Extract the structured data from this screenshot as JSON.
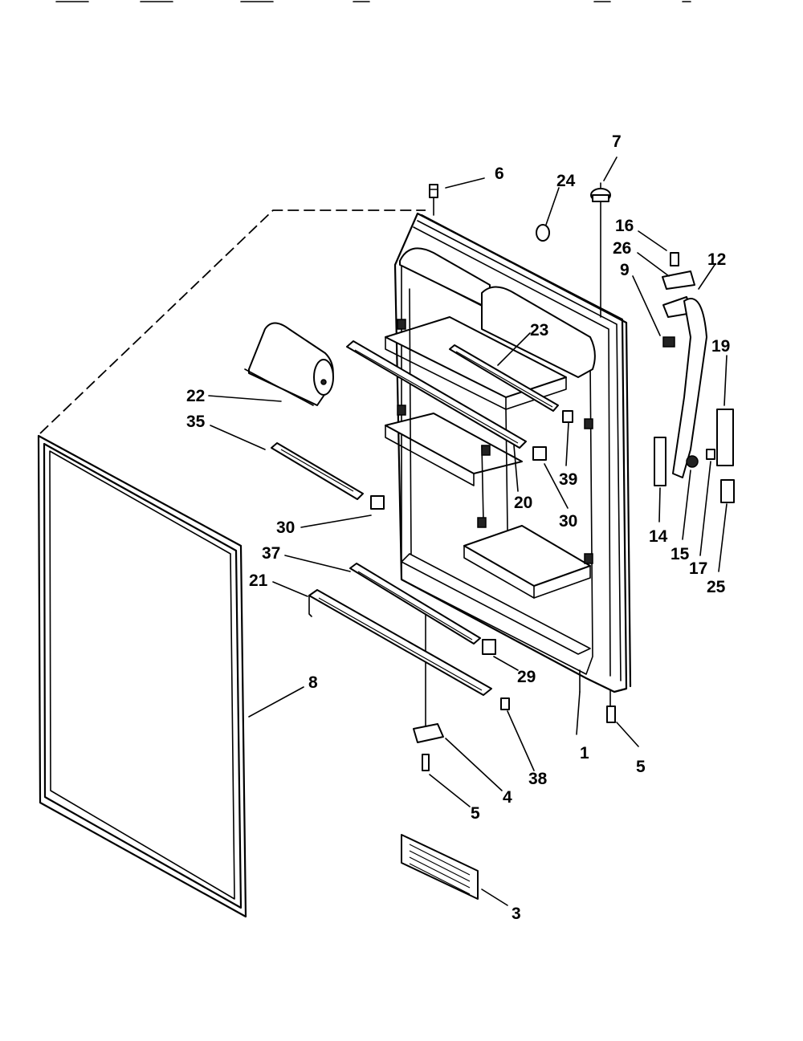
{
  "diagram": {
    "callouts": {
      "c1": "1",
      "c3": "3",
      "c4": "4",
      "c5a": "5",
      "c5b": "5",
      "c6": "6",
      "c7": "7",
      "c8": "8",
      "c9": "9",
      "c12": "12",
      "c14": "14",
      "c15": "15",
      "c16": "16",
      "c17": "17",
      "c19": "19",
      "c20": "20",
      "c21": "21",
      "c22": "22",
      "c23": "23",
      "c24": "24",
      "c25": "25",
      "c26": "26",
      "c29": "29",
      "c30a": "30",
      "c30b": "30",
      "c35": "35",
      "c37": "37",
      "c38": "38",
      "c39": "39"
    }
  }
}
